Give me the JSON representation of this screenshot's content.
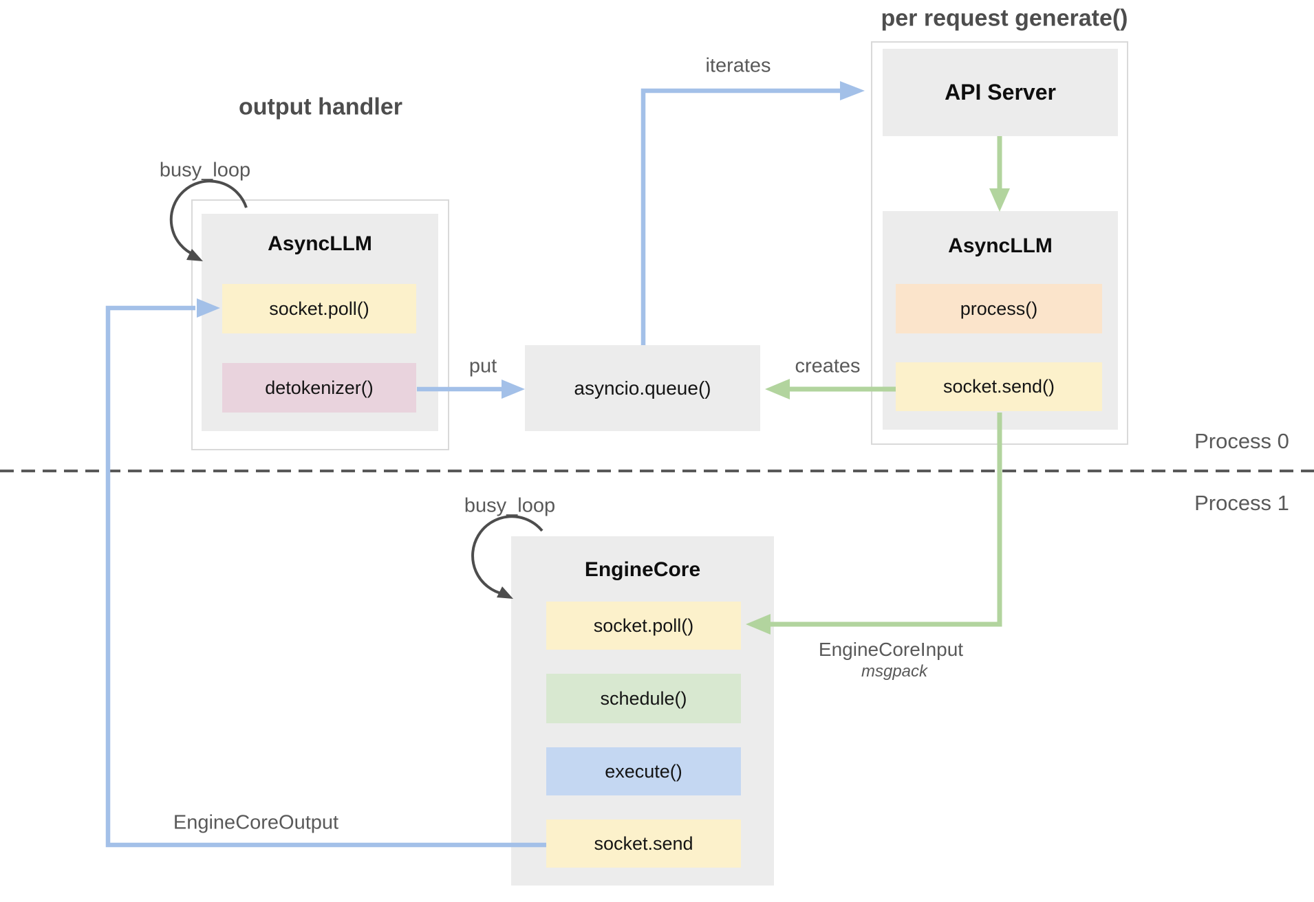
{
  "titles": {
    "output_handler": "output handler",
    "per_request_generate": "per request generate()"
  },
  "process_labels": {
    "process0": "Process 0",
    "process1": "Process 1"
  },
  "edge_labels": {
    "busy_loop_left": "busy_loop",
    "busy_loop_bottom": "busy_loop",
    "iterates": "iterates",
    "put": "put",
    "creates": "creates",
    "engine_core_input": "EngineCoreInput",
    "engine_core_input_format": "msgpack",
    "engine_core_output": "EngineCoreOutput"
  },
  "nodes": {
    "async_llm_left": {
      "title": "AsyncLLM",
      "items": [
        {
          "label": "socket.poll()",
          "color": "#fcf1cb"
        },
        {
          "label": "detokenizer()",
          "color": "#e9d3dd"
        }
      ]
    },
    "api_server": {
      "title": "API Server"
    },
    "async_llm_right": {
      "title": "AsyncLLM",
      "items": [
        {
          "label": "process()",
          "color": "#fbe4cb"
        },
        {
          "label": "socket.send()",
          "color": "#fcf1cb"
        }
      ]
    },
    "queue": {
      "title": "asyncio.queue()"
    },
    "engine_core": {
      "title": "EngineCore",
      "items": [
        {
          "label": "socket.poll()",
          "color": "#fcf1cb"
        },
        {
          "label": "schedule()",
          "color": "#d8e8d0"
        },
        {
          "label": "execute()",
          "color": "#c4d7f2"
        },
        {
          "label": "socket.send",
          "color": "#fcf1cb"
        }
      ]
    }
  },
  "colors": {
    "arrow_blue": "#a3c0e8",
    "arrow_green": "#b2d49e",
    "panel_gray": "#ececec",
    "container_border": "#d9d9d9",
    "label_gray": "#595959",
    "dark_loop_arrow": "#4d4d4d"
  }
}
